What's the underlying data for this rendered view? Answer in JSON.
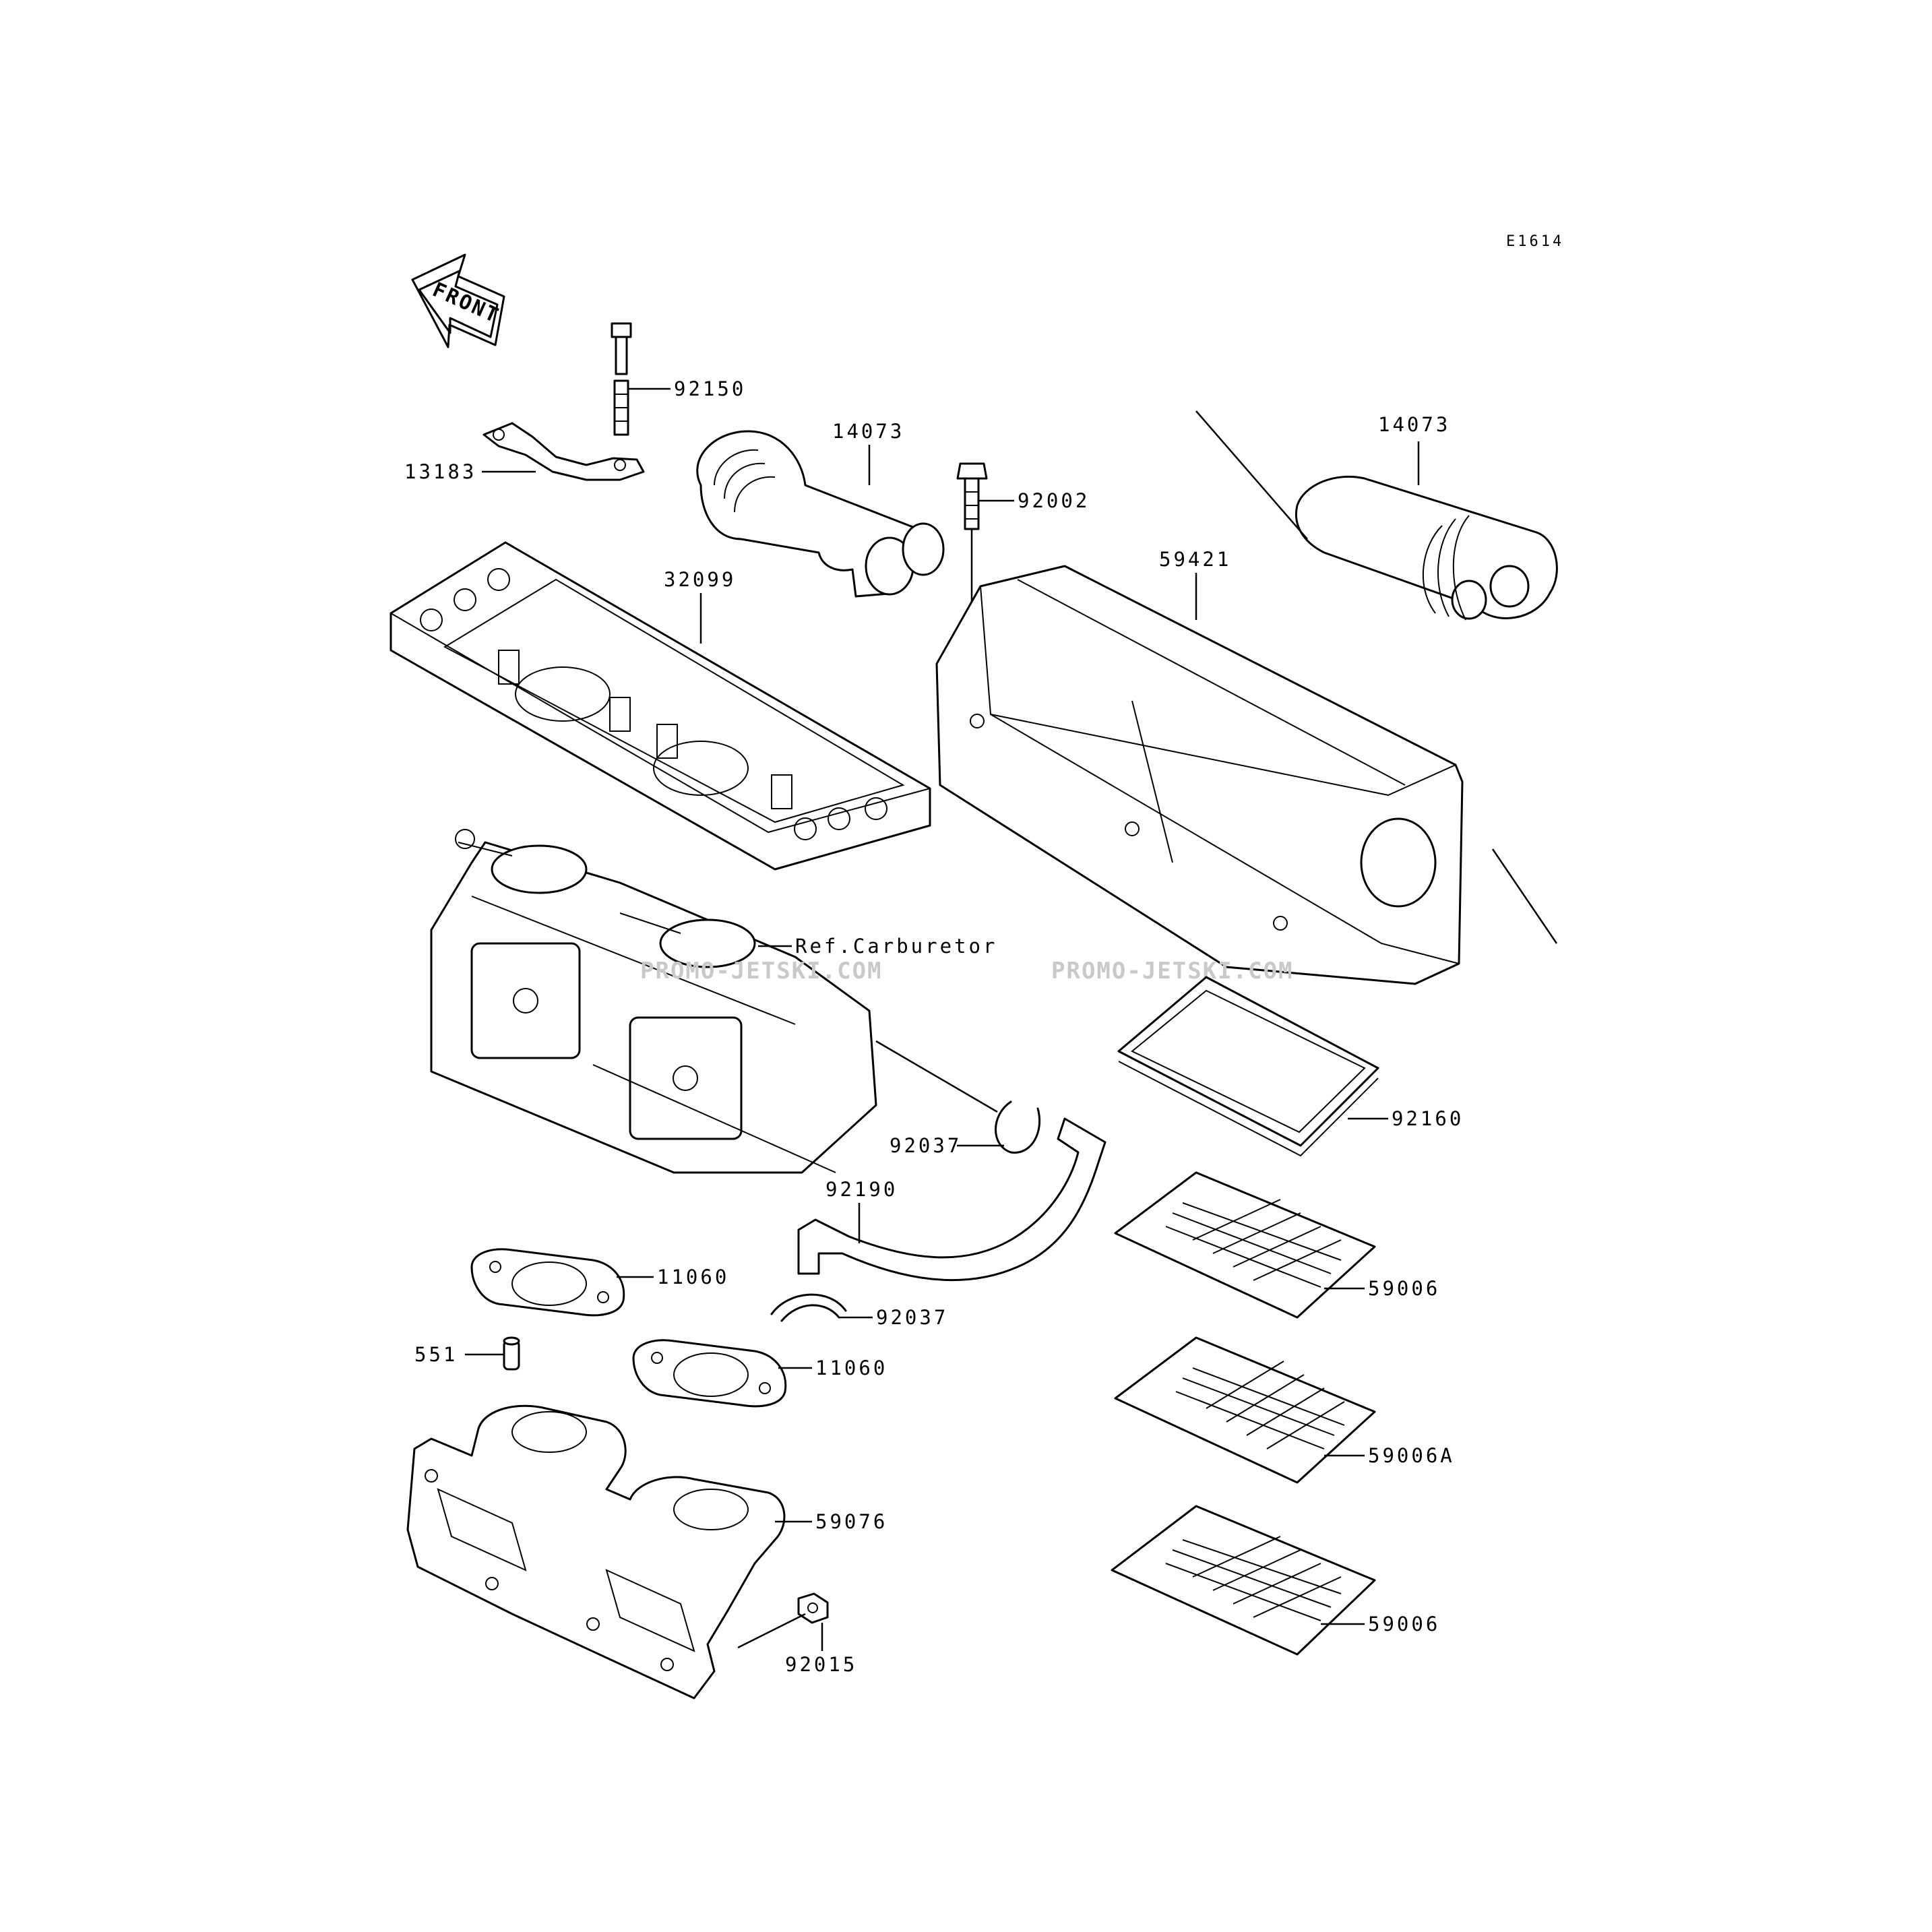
{
  "diagram": {
    "code": "E1614",
    "front_label": "FRONT",
    "watermark": "PROMO-JETSKI.COM",
    "ref_label": "Ref.Carburetor",
    "parts": [
      {
        "number": "92150"
      },
      {
        "number": "13183"
      },
      {
        "number": "14073"
      },
      {
        "number": "92002"
      },
      {
        "number": "14073"
      },
      {
        "number": "32099"
      },
      {
        "number": "59421"
      },
      {
        "number": "92037"
      },
      {
        "number": "92160"
      },
      {
        "number": "92190"
      },
      {
        "number": "11060"
      },
      {
        "number": "59006"
      },
      {
        "number": "92037"
      },
      {
        "number": "551"
      },
      {
        "number": "11060"
      },
      {
        "number": "59006A"
      },
      {
        "number": "59076"
      },
      {
        "number": "92015"
      },
      {
        "number": "59006"
      }
    ]
  }
}
